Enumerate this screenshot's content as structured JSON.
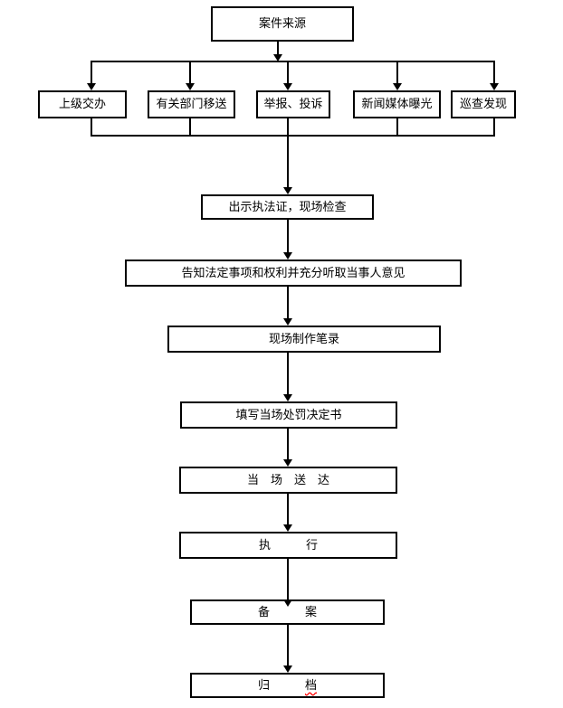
{
  "diagram": {
    "type": "flowchart",
    "language": "zh-CN",
    "colors": {
      "background": "#ffffff",
      "line": "#000000",
      "text": "#000000",
      "spellcheck_underline": "#ff0000"
    },
    "nodes": [
      {
        "id": "case-source",
        "label": "案件来源"
      },
      {
        "id": "superior-assignment",
        "label": "上级交办"
      },
      {
        "id": "department-transfer",
        "label": "有关部门移送"
      },
      {
        "id": "report-complaint",
        "label": "举报、投诉"
      },
      {
        "id": "media-exposure",
        "label": "新闻媒体曝光"
      },
      {
        "id": "patrol-discovery",
        "label": "巡查发现"
      },
      {
        "id": "show-credentials",
        "label": "出示执法证，现场检查"
      },
      {
        "id": "inform-rights",
        "label": "告知法定事项和权利并充分听取当事人意见"
      },
      {
        "id": "onsite-record",
        "label": "现场制作笔录"
      },
      {
        "id": "fill-decision",
        "label": "填写当场处罚决定书"
      },
      {
        "id": "onsite-delivery",
        "label": "当　场　送　达"
      },
      {
        "id": "execution",
        "label": "执　　　行"
      },
      {
        "id": "filing",
        "label": "备　　　案"
      },
      {
        "id": "archiving",
        "label_prefix": "归　　　",
        "label_spellchecked": "档"
      }
    ],
    "edges": [
      "case-source -> superior-assignment",
      "case-source -> department-transfer",
      "case-source -> report-complaint",
      "case-source -> media-exposure",
      "case-source -> patrol-discovery",
      "sources -> show-credentials",
      "show-credentials -> inform-rights",
      "inform-rights -> onsite-record",
      "onsite-record -> fill-decision",
      "fill-decision -> onsite-delivery",
      "onsite-delivery -> execution",
      "execution -> filing",
      "filing -> archiving"
    ]
  }
}
